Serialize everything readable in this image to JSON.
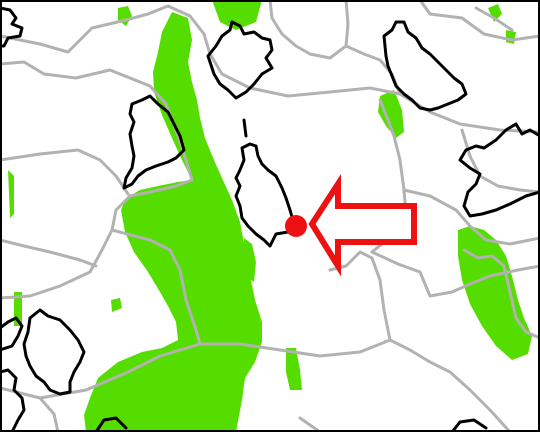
{
  "map": {
    "colors": {
      "background": "#ffffff",
      "green_area": "#55dd00",
      "boundary": "#b2b2b2",
      "urban_outline": "#000000",
      "marker": "#ee1111",
      "frame": "#000000"
    },
    "layers": [
      "green-areas",
      "municipal-boundaries",
      "urban-area-outlines"
    ],
    "marker": {
      "icon": "location-dot-icon"
    },
    "pointer": {
      "icon": "arrow-left-icon",
      "style": "outline"
    }
  }
}
